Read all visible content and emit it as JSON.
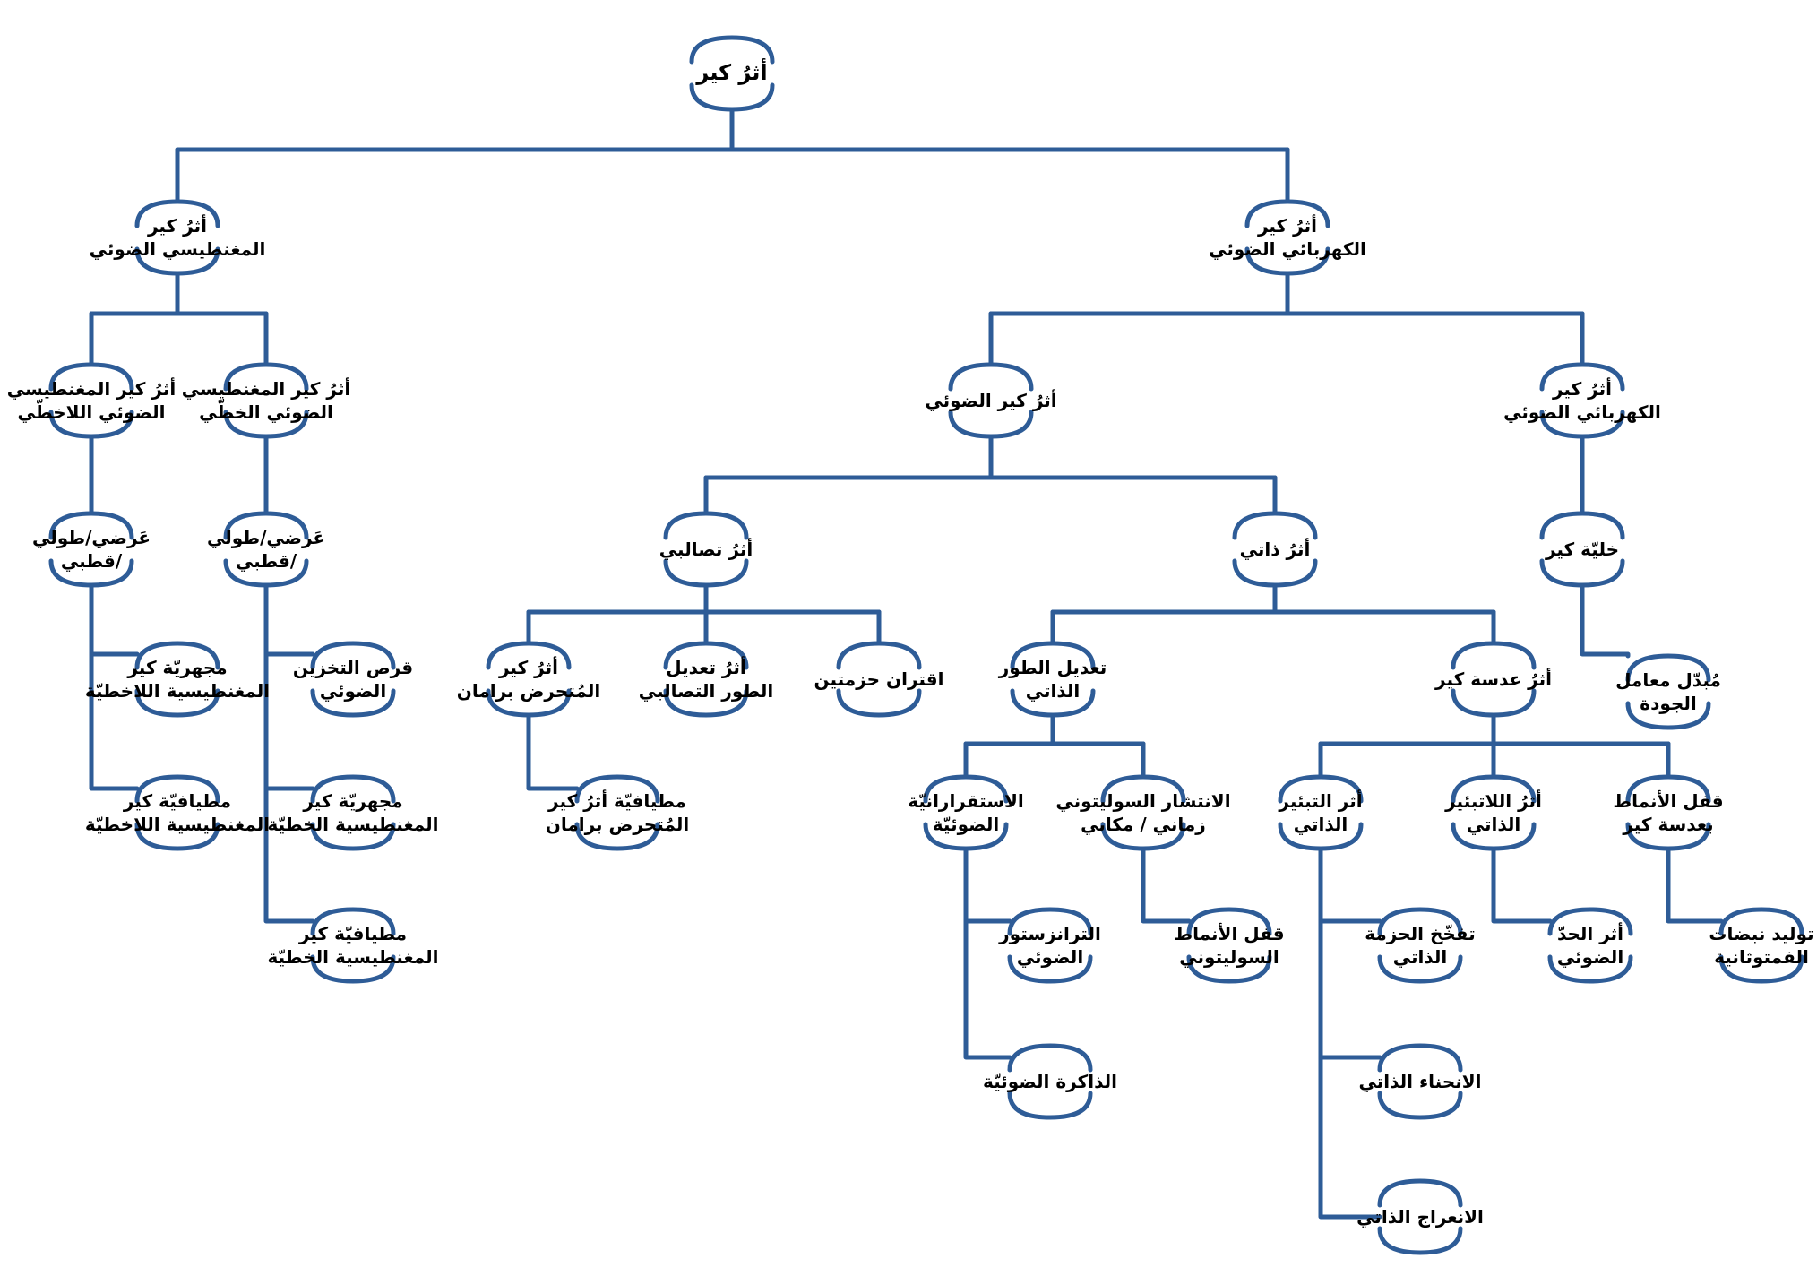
{
  "style": {
    "line_color": "#2e5c97",
    "text_color": "#000000",
    "background": "#ffffff"
  },
  "nodes": {
    "root": [
      "أثرُ كير"
    ],
    "electro": [
      "أثرُ كير",
      "الكهربائي الضوئي"
    ],
    "magneto": [
      "أثرُ كير",
      "المغنطيسي الضوئي"
    ],
    "electro_sub": [
      "أثرُ كير",
      "الكهربائي الضوئي"
    ],
    "optical": [
      "أثرُ كير الضوئي"
    ],
    "mag_linear": [
      "أثرُ كير المغنطيسي",
      "الضوئي الخطّي"
    ],
    "mag_nonlinear": [
      "أثرُ كير المغنطيسي",
      "الضوئي اللاخطّي"
    ],
    "kerr_cell": [
      "خليّة كير"
    ],
    "q_switch": [
      "مُبدّل معامل",
      "الجودة"
    ],
    "self_effect": [
      "أثرُ ذاتي"
    ],
    "cross_effect": [
      "أثرُ تصالبي"
    ],
    "kerr_lens": [
      "أثرُ عدسة كير"
    ],
    "self_phase_mod": [
      "تعديل الطور",
      "الذاتي"
    ],
    "mode_lock_lens": [
      "قفل الأنماط",
      "بعدسة كير"
    ],
    "self_defocus": [
      "أثرُ اللاتبئير",
      "الذاتي"
    ],
    "self_focus": [
      "أثر التبئير",
      "الذاتي"
    ],
    "femto_pulses": [
      "توليد نبضات",
      "الفمتوثانية"
    ],
    "optical_limit": [
      "أثر الحدّ",
      "الضوئي"
    ],
    "beam_swell": [
      "تفخّخ الحزمة",
      "الذاتي"
    ],
    "self_bending": [
      "الانحناء الذاتي"
    ],
    "self_deflection": [
      "الانعراج الذاتي"
    ],
    "soliton_spread": [
      "الانتشار السوليتوني",
      "زماني / مكاني"
    ],
    "opt_bistability": [
      "الاستقرارانيّة",
      "الضوئيّة"
    ],
    "soliton_mode_lock": [
      "قفل الأنماط",
      "السوليتوني"
    ],
    "opt_transistor": [
      "الترانزستور",
      "الضوئي"
    ],
    "opt_memory": [
      "الذاكرة الضوئيّة"
    ],
    "beam_coupling": [
      "اقتران حزمتين"
    ],
    "cross_phase_mod": [
      "أثرُ تعديل",
      "الطور التصالبي"
    ],
    "brahman_kerr": [
      "أثرُ كير",
      "المُتحرض برامان"
    ],
    "brahman_spectro": [
      "مطيافيّة أثرُ كير",
      "المُتحرض برامان"
    ],
    "trans_lin": [
      "عَرضي/طولي",
      "/قطبي"
    ],
    "trans_nonlin": [
      "عَرضي/طولي",
      "/قطبي"
    ],
    "storage_disk": [
      "قرص التخزين",
      "الضوئي"
    ],
    "microscopy_lin": [
      "مجهريّة كير",
      "المغنطيسية الخطيّة"
    ],
    "spectroscopy_lin": [
      "مطيافيّة كير",
      "المغنطيسية الخطيّة"
    ],
    "microscopy_nonlin": [
      "مجهريّة كير",
      "المغنطيسية اللاخطيّة"
    ],
    "spectroscopy_nonlin": [
      "مطيافيّة كير",
      "المغنطيسية اللاخطيّة"
    ]
  }
}
